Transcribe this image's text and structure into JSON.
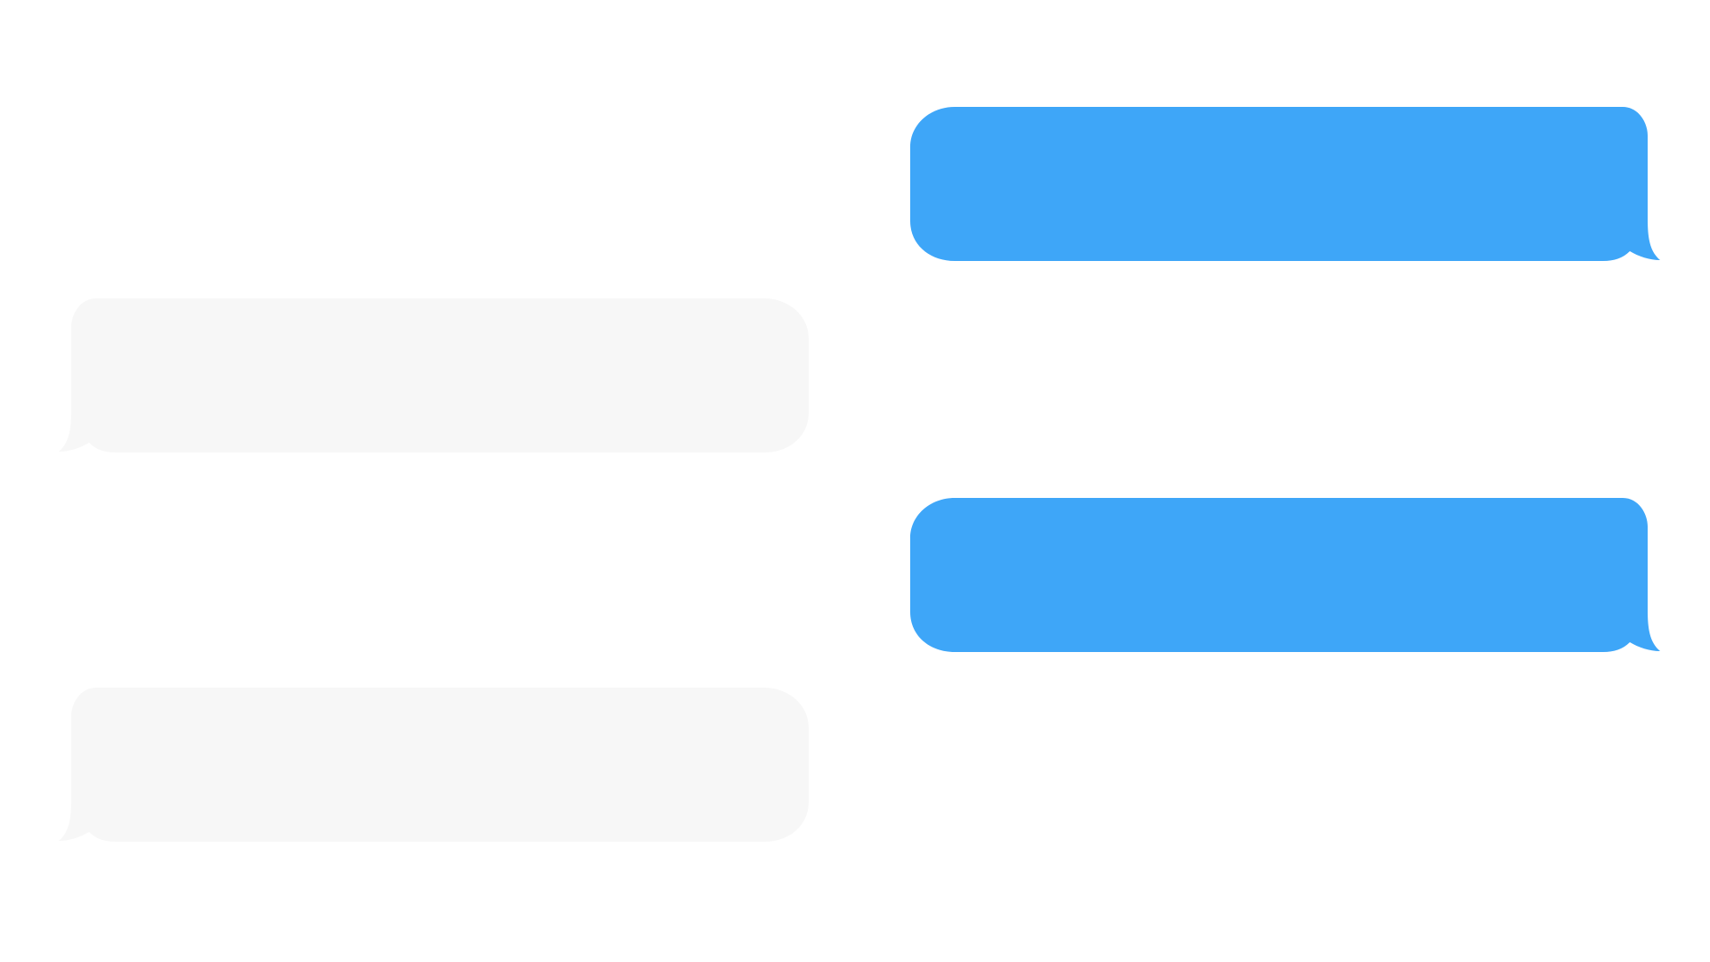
{
  "colors": {
    "background": "#ffffff",
    "sent_bubble": "#3ea6f8",
    "received_bubble": "#f7f7f7"
  },
  "messages": [
    {
      "direction": "sent",
      "text": ""
    },
    {
      "direction": "received",
      "text": ""
    },
    {
      "direction": "sent",
      "text": ""
    },
    {
      "direction": "received",
      "text": ""
    }
  ]
}
